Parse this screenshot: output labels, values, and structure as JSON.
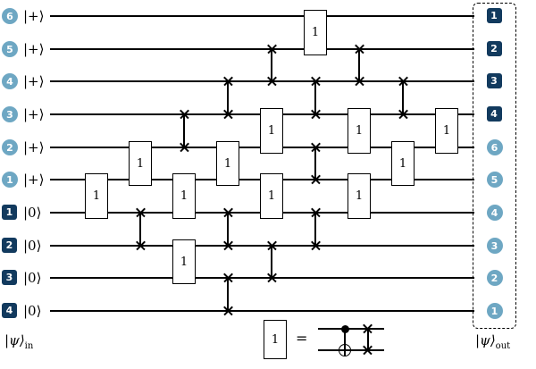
{
  "figure": {
    "type": "quantum-circuit-diagram",
    "colors": {
      "ancilla_badge": "#6ea7c3",
      "data_badge": "#123a5e",
      "line": "#000000",
      "gate_fill": "#ffffff",
      "background": "#ffffff"
    },
    "left_register_label": {
      "main": "|ψ⟩",
      "sub": "in"
    },
    "right_register_label": {
      "main": "|ψ⟩",
      "sub": "out"
    },
    "wires": [
      {
        "left_badge": "6",
        "left_badge_type": "ancilla",
        "ket": "|+⟩",
        "right_badge": "1",
        "right_badge_type": "data"
      },
      {
        "left_badge": "5",
        "left_badge_type": "ancilla",
        "ket": "|+⟩",
        "right_badge": "2",
        "right_badge_type": "data"
      },
      {
        "left_badge": "4",
        "left_badge_type": "ancilla",
        "ket": "|+⟩",
        "right_badge": "3",
        "right_badge_type": "data"
      },
      {
        "left_badge": "3",
        "left_badge_type": "ancilla",
        "ket": "|+⟩",
        "right_badge": "4",
        "right_badge_type": "data"
      },
      {
        "left_badge": "2",
        "left_badge_type": "ancilla",
        "ket": "|+⟩",
        "right_badge": "6",
        "right_badge_type": "ancilla"
      },
      {
        "left_badge": "1",
        "left_badge_type": "ancilla",
        "ket": "|+⟩",
        "right_badge": "5",
        "right_badge_type": "ancilla"
      },
      {
        "left_badge": "1",
        "left_badge_type": "data",
        "ket": "|0⟩",
        "right_badge": "4",
        "right_badge_type": "ancilla"
      },
      {
        "left_badge": "2",
        "left_badge_type": "data",
        "ket": "|0⟩",
        "right_badge": "3",
        "right_badge_type": "ancilla"
      },
      {
        "left_badge": "3",
        "left_badge_type": "data",
        "ket": "|0⟩",
        "right_badge": "2",
        "right_badge_type": "ancilla"
      },
      {
        "left_badge": "4",
        "left_badge_type": "data",
        "ket": "|0⟩",
        "right_badge": "1",
        "right_badge_type": "ancilla"
      }
    ],
    "gates": [
      {
        "type": "box",
        "label": "1",
        "column": 1,
        "top_wire": 6
      },
      {
        "type": "box",
        "label": "1",
        "column": 2,
        "top_wire": 5
      },
      {
        "type": "swap",
        "column": 2,
        "top_wire": 7
      },
      {
        "type": "swap",
        "column": 3,
        "top_wire": 4
      },
      {
        "type": "box",
        "label": "1",
        "column": 3,
        "top_wire": 6
      },
      {
        "type": "box",
        "label": "1",
        "column": 3,
        "top_wire": 8
      },
      {
        "type": "swap",
        "column": 4,
        "top_wire": 3
      },
      {
        "type": "box",
        "label": "1",
        "column": 4,
        "top_wire": 5
      },
      {
        "type": "swap",
        "column": 4,
        "top_wire": 7
      },
      {
        "type": "swap",
        "column": 4,
        "top_wire": 9
      },
      {
        "type": "swap",
        "column": 5,
        "top_wire": 2
      },
      {
        "type": "box",
        "label": "1",
        "column": 5,
        "top_wire": 4
      },
      {
        "type": "box",
        "label": "1",
        "column": 5,
        "top_wire": 6
      },
      {
        "type": "swap",
        "column": 5,
        "top_wire": 8
      },
      {
        "type": "box",
        "label": "1",
        "column": 6,
        "top_wire": 1
      },
      {
        "type": "swap",
        "column": 6,
        "top_wire": 3
      },
      {
        "type": "swap",
        "column": 6,
        "top_wire": 5
      },
      {
        "type": "swap",
        "column": 6,
        "top_wire": 7
      },
      {
        "type": "swap",
        "column": 7,
        "top_wire": 2
      },
      {
        "type": "box",
        "label": "1",
        "column": 7,
        "top_wire": 4
      },
      {
        "type": "box",
        "label": "1",
        "column": 7,
        "top_wire": 6
      },
      {
        "type": "swap",
        "column": 8,
        "top_wire": 3
      },
      {
        "type": "box",
        "label": "1",
        "column": 8,
        "top_wire": 5
      },
      {
        "type": "box",
        "label": "1",
        "column": 9,
        "top_wire": 4
      }
    ],
    "layout": {
      "wires_y": [
        18,
        55,
        91,
        128,
        165,
        201,
        238,
        275,
        311,
        348
      ],
      "columns_x": [
        108,
        157,
        206,
        255,
        304,
        353,
        402,
        451,
        500
      ],
      "wire_x_start": 56,
      "wire_x_end": 531
    },
    "legend": {
      "box_label": "1",
      "equals": "="
    }
  }
}
